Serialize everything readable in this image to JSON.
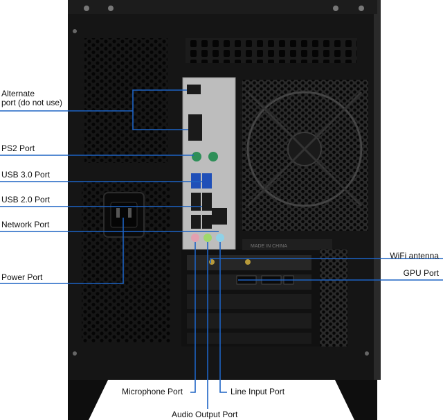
{
  "labels": {
    "alternate": "Alternate\nport (do not use)",
    "ps2": "PS2 Port",
    "usb3": "USB 3.0 Port",
    "usb2": "USB 2.0 Port",
    "network": "Network Port",
    "power": "Power Port",
    "wifi": "WiFi antenna",
    "gpu": "GPU Port",
    "microphone": "Microphone Port",
    "line_input": "Line Input Port",
    "audio_output": "Audio Output Port"
  },
  "panel_text": {
    "made_in": "MADE IN CHINA"
  },
  "colors": {
    "leader_line": "#1d63c4",
    "case_body": "#151515",
    "io_shield": "#bdbdbd",
    "mic_jack": "#e2a0b0",
    "line_in_jack": "#8fd2e8",
    "audio_out_jack": "#9fd86a",
    "ps2_jack": "#2e8f58",
    "usb3_jack": "#1f4fb8"
  }
}
